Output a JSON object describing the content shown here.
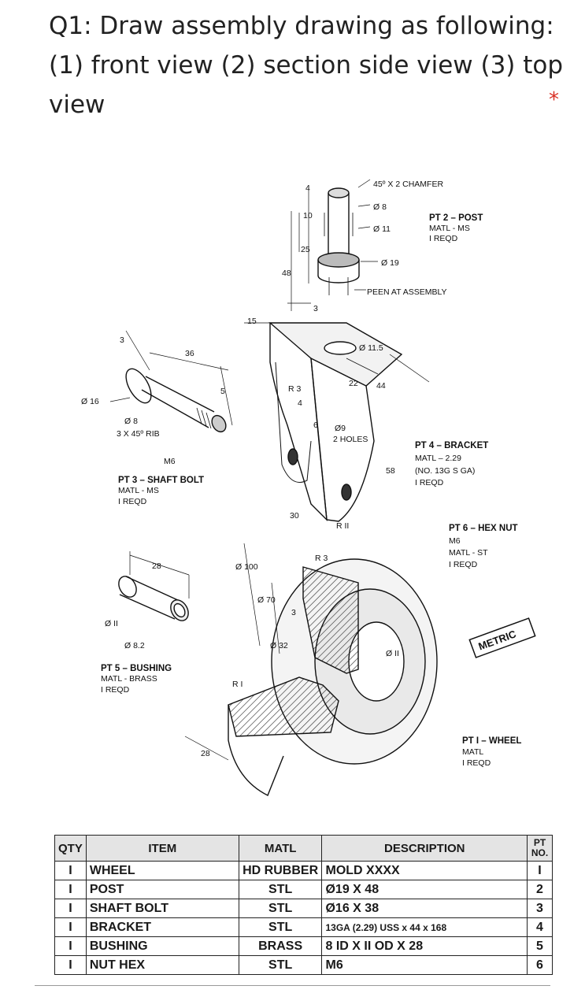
{
  "question": {
    "text": "Q1: Draw assembly drawing as following: (1) front view (2) section side view (3) top view",
    "required_mark": "*"
  },
  "drawing": {
    "post": {
      "chamfer": "45º X 2 CHAMFER",
      "d8": "Ø 8",
      "d11": "Ø 11",
      "d19": "Ø 19",
      "peen": "PEEN AT ASSEMBLY",
      "dim4": "4",
      "dim10": "10",
      "dim25": "25",
      "dim48": "48",
      "dim3": "3",
      "part": "PT 2 – POST",
      "matl": "MATL - MS",
      "reqd": "I REQD"
    },
    "bracket": {
      "dim15": "15",
      "d115": "Ø 11.5",
      "dim22": "22",
      "dim44": "44",
      "r3": "R 3",
      "dim4": "4",
      "dim6": "6",
      "d9": "Ø9",
      "holes": "2 HOLES",
      "dim58": "58",
      "dim30": "30",
      "r11": "R II",
      "part": "PT 4 – BRACKET",
      "matl": "MATL – 2.29",
      "note": "(NO. 13G S GA)",
      "reqd": "I REQD"
    },
    "shaft_bolt": {
      "dim3": "3",
      "dim36": "36",
      "dim5": "5",
      "d16": "Ø 16",
      "d8": "Ø 8",
      "rib": "3 X 45º RIB",
      "m6": "M6",
      "part": "PT 3 – SHAFT BOLT",
      "matl": "MATL - MS",
      "reqd": "I REQD"
    },
    "hex_nut": {
      "part": "PT 6 – HEX NUT",
      "size": "M6",
      "matl": "MATL - ST",
      "reqd": "I REQD"
    },
    "bushing": {
      "dim28": "28",
      "d11": "Ø II",
      "d82": "Ø 8.2",
      "part": "PT 5 – BUSHING",
      "matl": "MATL - BRASS",
      "reqd": "I REQD"
    },
    "wheel": {
      "r3": "R 3",
      "d100": "Ø 100",
      "d70": "Ø 70",
      "dim3": "3",
      "d32": "Ø 32",
      "d11": "Ø II",
      "r1": "R I",
      "dim28": "28",
      "part": "PT I – WHEEL",
      "matl": "MATL",
      "reqd": "I REQD"
    },
    "metric": "METRIC"
  },
  "bom": {
    "headers": {
      "qty": "QTY",
      "item": "ITEM",
      "matl": "MATL",
      "description": "DESCRIPTION",
      "ptno": "PT NO."
    },
    "rows": [
      {
        "qty": "I",
        "item": "WHEEL",
        "matl": "HD RUBBER",
        "description": "MOLD XXXX",
        "ptno": "I"
      },
      {
        "qty": "I",
        "item": "POST",
        "matl": "STL",
        "description": "Ø19 X 48",
        "ptno": "2"
      },
      {
        "qty": "I",
        "item": "SHAFT BOLT",
        "matl": "STL",
        "description": "Ø16 X 38",
        "ptno": "3"
      },
      {
        "qty": "I",
        "item": "BRACKET",
        "matl": "STL",
        "description": "13GA (2.29) USS x 44 x 168",
        "ptno": "4"
      },
      {
        "qty": "I",
        "item": "BUSHING",
        "matl": "BRASS",
        "description": "8 ID X II OD X 28",
        "ptno": "5"
      },
      {
        "qty": "I",
        "item": "NUT HEX",
        "matl": "STL",
        "description": "M6",
        "ptno": "6"
      }
    ]
  }
}
